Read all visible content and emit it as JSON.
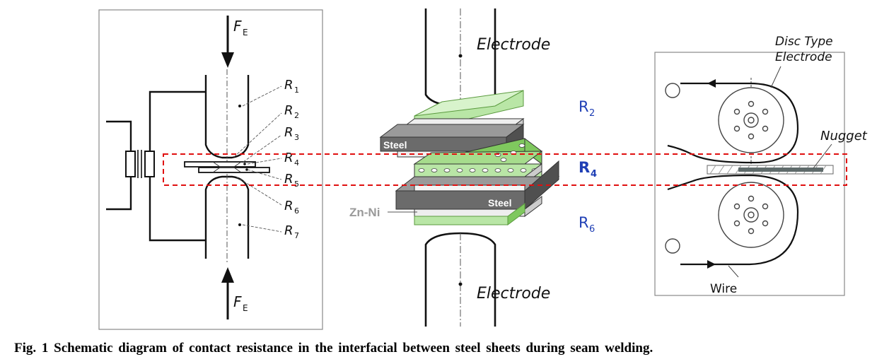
{
  "left_panel": {
    "force_top_label": "F",
    "force_top_sub": "E",
    "force_bottom_label": "F",
    "force_bottom_sub": "E",
    "resistances": [
      {
        "label": "R",
        "sub": "1"
      },
      {
        "label": "R",
        "sub": "2"
      },
      {
        "label": "R",
        "sub": "3"
      },
      {
        "label": "R",
        "sub": "4"
      },
      {
        "label": "R",
        "sub": "5"
      },
      {
        "label": "R",
        "sub": "6"
      },
      {
        "label": "R",
        "sub": "7"
      }
    ]
  },
  "middle_panel": {
    "electrode_top": "Electrode",
    "electrode_bottom": "Electrode",
    "steel_top": "Steel",
    "steel_bottom": "Steel",
    "coating": "Zn-Ni",
    "r2": {
      "label": "R",
      "sub": "2"
    },
    "r4": {
      "label": "R",
      "sub": "4"
    },
    "r6": {
      "label": "R",
      "sub": "6"
    }
  },
  "right_panel": {
    "disc_label_line1": "Disc Type",
    "disc_label_line2": "Electrode",
    "nugget_label": "Nugget",
    "wire_label": "Wire"
  },
  "colors": {
    "highlight_dash": "#e01010",
    "green_layer": "#b9e6a6",
    "green_dark": "#7fc85e",
    "steel_dark": "#6b6b6b",
    "resistance_blue": "#1f3fb5"
  },
  "caption": "Fig. 1 Schematic diagram of contact resistance in the interfacial between steel sheets during seam welding."
}
